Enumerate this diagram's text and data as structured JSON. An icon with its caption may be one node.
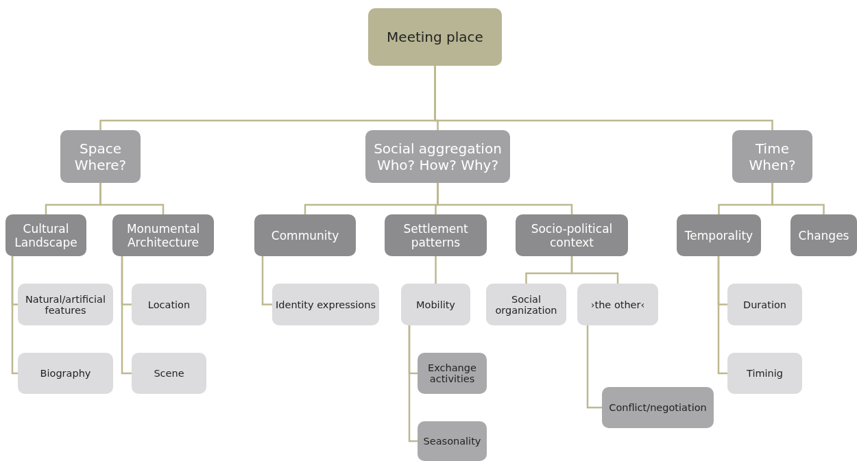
{
  "diagram": {
    "nodes": [
      {
        "text": [
          "Meeting place"
        ]
      },
      {
        "text": [
          "Space Where?"
        ]
      },
      {
        "text": [
          "Social aggregation Who? How? Why?"
        ]
      },
      {
        "text": [
          "Time When?"
        ]
      },
      {
        "text": [
          "Cultural Landscape"
        ]
      },
      {
        "text": [
          "Monumental Architecture"
        ]
      },
      {
        "text": [
          "Community"
        ]
      },
      {
        "text": [
          "Settlement patterns"
        ]
      },
      {
        "text": [
          "Socio-political context"
        ]
      },
      {
        "text": [
          "Temporality"
        ]
      },
      {
        "text": [
          "Changes"
        ]
      },
      {
        "text": [
          "Natural/artificial features"
        ]
      },
      {
        "text": [
          "Biography"
        ]
      },
      {
        "text": [
          "Location"
        ]
      },
      {
        "text": [
          "Scene"
        ]
      },
      {
        "text": [
          "Identity expressions"
        ]
      },
      {
        "text": [
          "Mobility"
        ]
      },
      {
        "text": [
          "Exchange activities"
        ]
      },
      {
        "text": [
          "Seasonality"
        ]
      },
      {
        "text": [
          "Social organization"
        ]
      },
      {
        "text": [
          "›the other‹"
        ]
      },
      {
        "text": [
          "Conflict/negotiation"
        ]
      },
      {
        "text": [
          "Duration"
        ]
      },
      {
        "text": [
          "Timinig"
        ]
      }
    ],
    "edges": [
      {
        "from": 0,
        "to": 1,
        "arrow": "none"
      },
      {
        "from": 0,
        "to": 2,
        "arrow": "none"
      },
      {
        "from": 0,
        "to": 3,
        "arrow": "none"
      },
      {
        "from": 1,
        "to": 4,
        "arrow": "none"
      },
      {
        "from": 1,
        "to": 5,
        "arrow": "none"
      },
      {
        "from": 2,
        "to": 6,
        "arrow": "none"
      },
      {
        "from": 2,
        "to": 7,
        "arrow": "none"
      },
      {
        "from": 2,
        "to": 8,
        "arrow": "none"
      },
      {
        "from": 3,
        "to": 9,
        "arrow": "none"
      },
      {
        "from": 3,
        "to": 10,
        "arrow": "none"
      },
      {
        "from": 4,
        "to": 11,
        "arrow": "none"
      },
      {
        "from": 4,
        "to": 12,
        "arrow": "none"
      },
      {
        "from": 5,
        "to": 13,
        "arrow": "none"
      },
      {
        "from": 5,
        "to": 14,
        "arrow": "none"
      },
      {
        "from": 6,
        "to": 15,
        "arrow": "none"
      },
      {
        "from": 7,
        "to": 16,
        "arrow": "none"
      },
      {
        "from": 16,
        "to": 17,
        "arrow": "none"
      },
      {
        "from": 16,
        "to": 18,
        "arrow": "none"
      },
      {
        "from": 8,
        "to": 19,
        "arrow": "none"
      },
      {
        "from": 8,
        "to": 20,
        "arrow": "none"
      },
      {
        "from": 20,
        "to": 21,
        "arrow": "none"
      },
      {
        "from": 9,
        "to": 22,
        "arrow": "none"
      },
      {
        "from": 9,
        "to": 23,
        "arrow": "none"
      }
    ]
  }
}
